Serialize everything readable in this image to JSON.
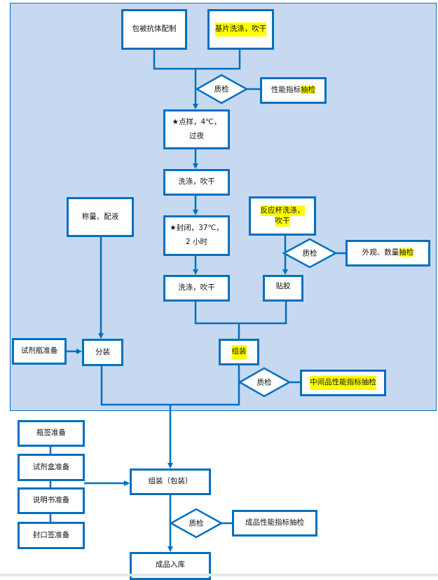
{
  "colors": {
    "panel_fill": "#c6d9f1",
    "line": "#0070c0",
    "highlight": "#ffff00"
  },
  "nodes": {
    "coat_antibody": "包被抗体配制",
    "substrate_wash": "基片洗涤，吹干",
    "qc1": "质检",
    "qc1_detail_a": "性能指标",
    "qc1_detail_b": "抽检",
    "spotting_line1": "点样，4℃，",
    "spotting_line2": "过夜",
    "wash1": "洗涤，吹干",
    "blocking_line1": "封闭，37℃，",
    "blocking_line2": "2 小时",
    "wash2": "洗涤，吹干",
    "cup_wash_line1": "反应杯洗涤，",
    "cup_wash_line2": "吹干",
    "qc2": "质检",
    "qc2_detail_a": "外观、数量",
    "qc2_detail_b": "抽检",
    "adhesive": "贴胶",
    "assembly": "组装",
    "qc3": "质检",
    "qc3_detail": "中间品性能指标抽检",
    "weigh_prepare": "称量、配液",
    "bottle_prepare": "试剂瓶准备",
    "dispense": "分装",
    "label_prepare": "瓶签准备",
    "kit_box_prepare": "试剂盒准备",
    "manual_prepare": "说明书准备",
    "seal_label_prepare": "封口签准备",
    "packaging": "组装（包装）",
    "qc4": "质检",
    "qc4_detail": "成品性能指标抽检",
    "warehousing": "成品入库"
  },
  "icons": {
    "star": "★"
  }
}
